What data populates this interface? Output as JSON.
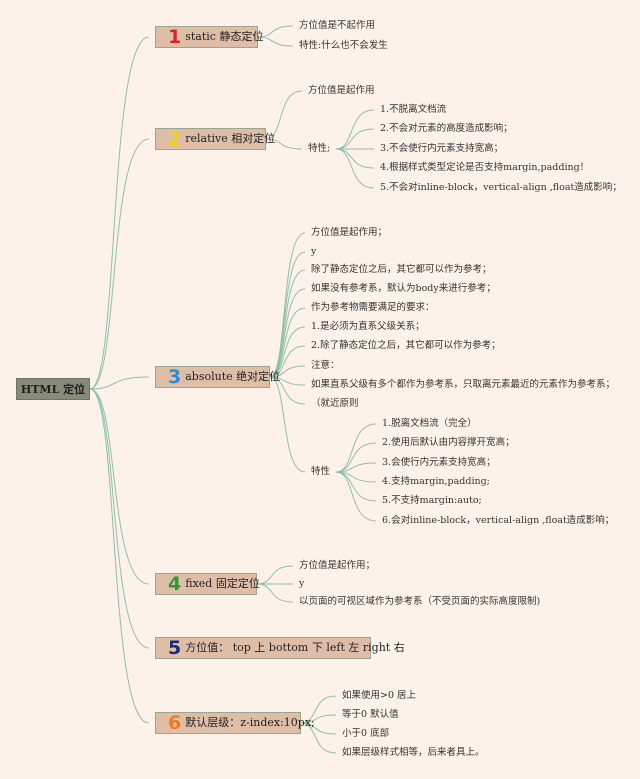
{
  "root": {
    "label": "HTML 定位"
  },
  "colors": {
    "n1": "#d9232e",
    "n2": "#f2d21c",
    "n3": "#2d8bd6",
    "n4": "#2b9a33",
    "n5": "#1d2a78",
    "n6": "#f07b1e",
    "line": "#8fbfa8"
  },
  "branches": [
    {
      "num": "1",
      "label": "static 静态定位",
      "children": [
        "方位值是不起作用",
        "特性:什么也不会发生"
      ]
    },
    {
      "num": "2",
      "label": "relative 相对定位",
      "children": [
        "方位值是起作用",
        "特性;"
      ],
      "features": [
        "1.不脱离文档流",
        "2.不会对元素的高度造成影响；",
        "3.不会使行内元素支持宽高；",
        "4.根据样式类型定论是否支持margin,padding！",
        "5.不会对inline-block，vertical-align ,float造成影响；"
      ]
    },
    {
      "num": "3",
      "label": "absolute 绝对定位",
      "children": [
        "方位值是起作用；",
        "y",
        "除了静态定位之后，其它都可以作为参考；",
        "如果没有参考系，默认为body来进行参考；",
        "作为参考物需要满足的要求：",
        "1.是必须为直系父级关系；",
        "2.除了静态定位之后，其它都可以作为参考；",
        "注意：",
        "如果直系父级有多个都作为参考系，只取离元素最近的元素作为参考系；",
        "（就近原则",
        "特性"
      ],
      "features": [
        "1.脱离文档流（完全）",
        "2.使用后默认由内容撑开宽高；",
        "3.会使行内元素支持宽高；",
        "4.支持margin,padding;",
        "5.不支持margin:auto;",
        "6.会对inline-block，vertical-align ,float造成影响；"
      ]
    },
    {
      "num": "4",
      "label": "fixed 固定定位",
      "children": [
        "方位值是起作用；",
        "y",
        "以页面的可视区域作为参考系（不受页面的实际高度限制)"
      ]
    },
    {
      "num": "5",
      "label": "方位值： top 上 bottom 下 left 左 right 右"
    },
    {
      "num": "6",
      "label": "默认层级：z-index:10px;",
      "children": [
        "如果使用>0 居上",
        "等于0 默认值",
        "小于0 底部",
        "如果层级样式相等，后来者具上。"
      ]
    }
  ]
}
